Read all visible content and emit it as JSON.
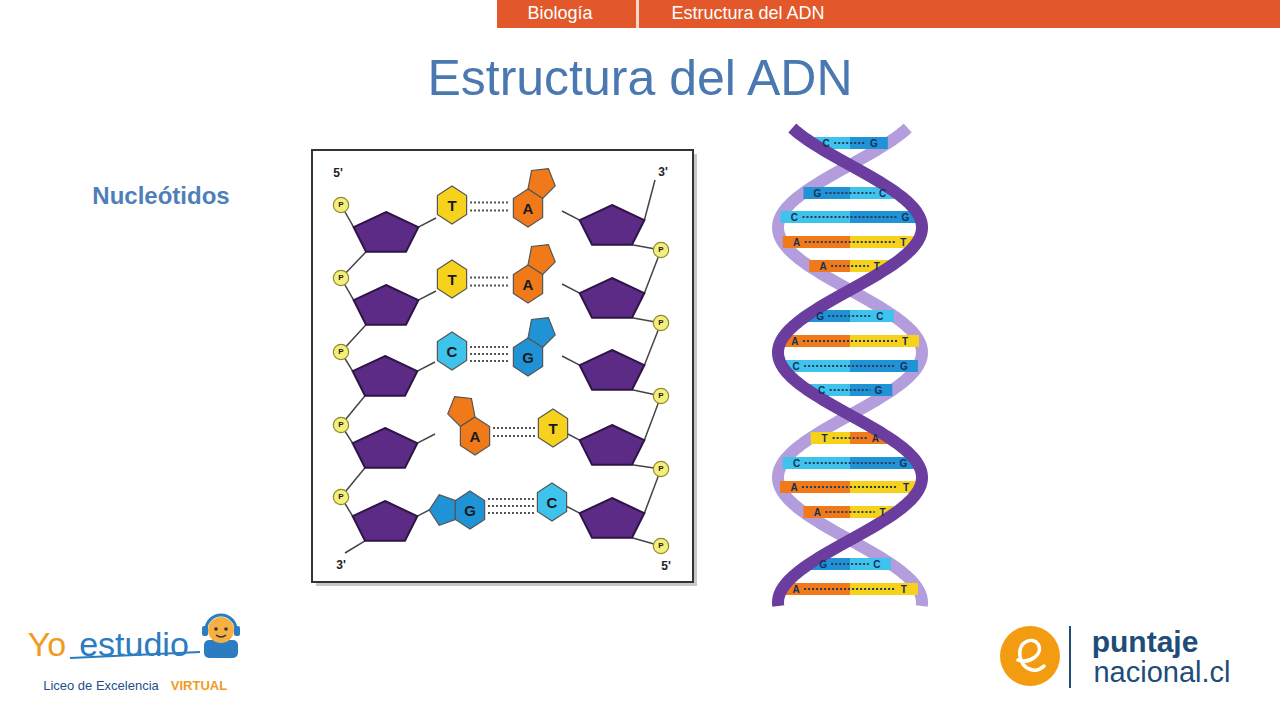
{
  "diagram": {
    "title": "Estructura del ADN",
    "nodes": [
      {
        "text": [
          "P"
        ]
      },
      {
        "text": [
          "T"
        ]
      },
      {
        "text": [
          "A"
        ]
      },
      {
        "text": [
          "P"
        ]
      },
      {
        "text": [
          "P"
        ]
      },
      {
        "text": [
          "T"
        ]
      },
      {
        "text": [
          "A"
        ]
      },
      {
        "text": [
          "P"
        ]
      },
      {
        "text": [
          "P"
        ]
      },
      {
        "text": [
          "C"
        ]
      },
      {
        "text": [
          "G"
        ]
      },
      {
        "text": [
          "P"
        ]
      },
      {
        "text": [
          "P"
        ]
      },
      {
        "text": [
          "A"
        ]
      },
      {
        "text": [
          "T"
        ]
      },
      {
        "text": [
          "P"
        ]
      },
      {
        "text": [
          "P"
        ]
      },
      {
        "text": [
          "G"
        ]
      },
      {
        "text": [
          "C"
        ]
      },
      {
        "text": [
          "P"
        ]
      }
    ],
    "edges": [
      {
        "from": 1,
        "to": 2,
        "arrow": "none"
      },
      {
        "from": 5,
        "to": 6,
        "arrow": "none"
      },
      {
        "from": 9,
        "to": 10,
        "arrow": "none"
      },
      {
        "from": 13,
        "to": 14,
        "arrow": "none"
      },
      {
        "from": 17,
        "to": 18,
        "arrow": "none"
      }
    ],
    "labels": [
      "Biología",
      "Estructura del ADN",
      "Nucleótidos",
      "5'",
      "3'",
      "3'",
      "5'",
      "C",
      "G",
      "G",
      "C",
      "C",
      "G",
      "A",
      "T",
      "A",
      "T",
      "G",
      "C",
      "A",
      "T",
      "C",
      "G",
      "C",
      "G",
      "T",
      "A",
      "C",
      "G",
      "A",
      "T",
      "A",
      "T",
      "G",
      "C",
      "A",
      "T",
      "Yo",
      "estudio",
      "Liceo de Excelencia",
      "VIRTUAL",
      "puntaje",
      "nacional.cl"
    ]
  }
}
